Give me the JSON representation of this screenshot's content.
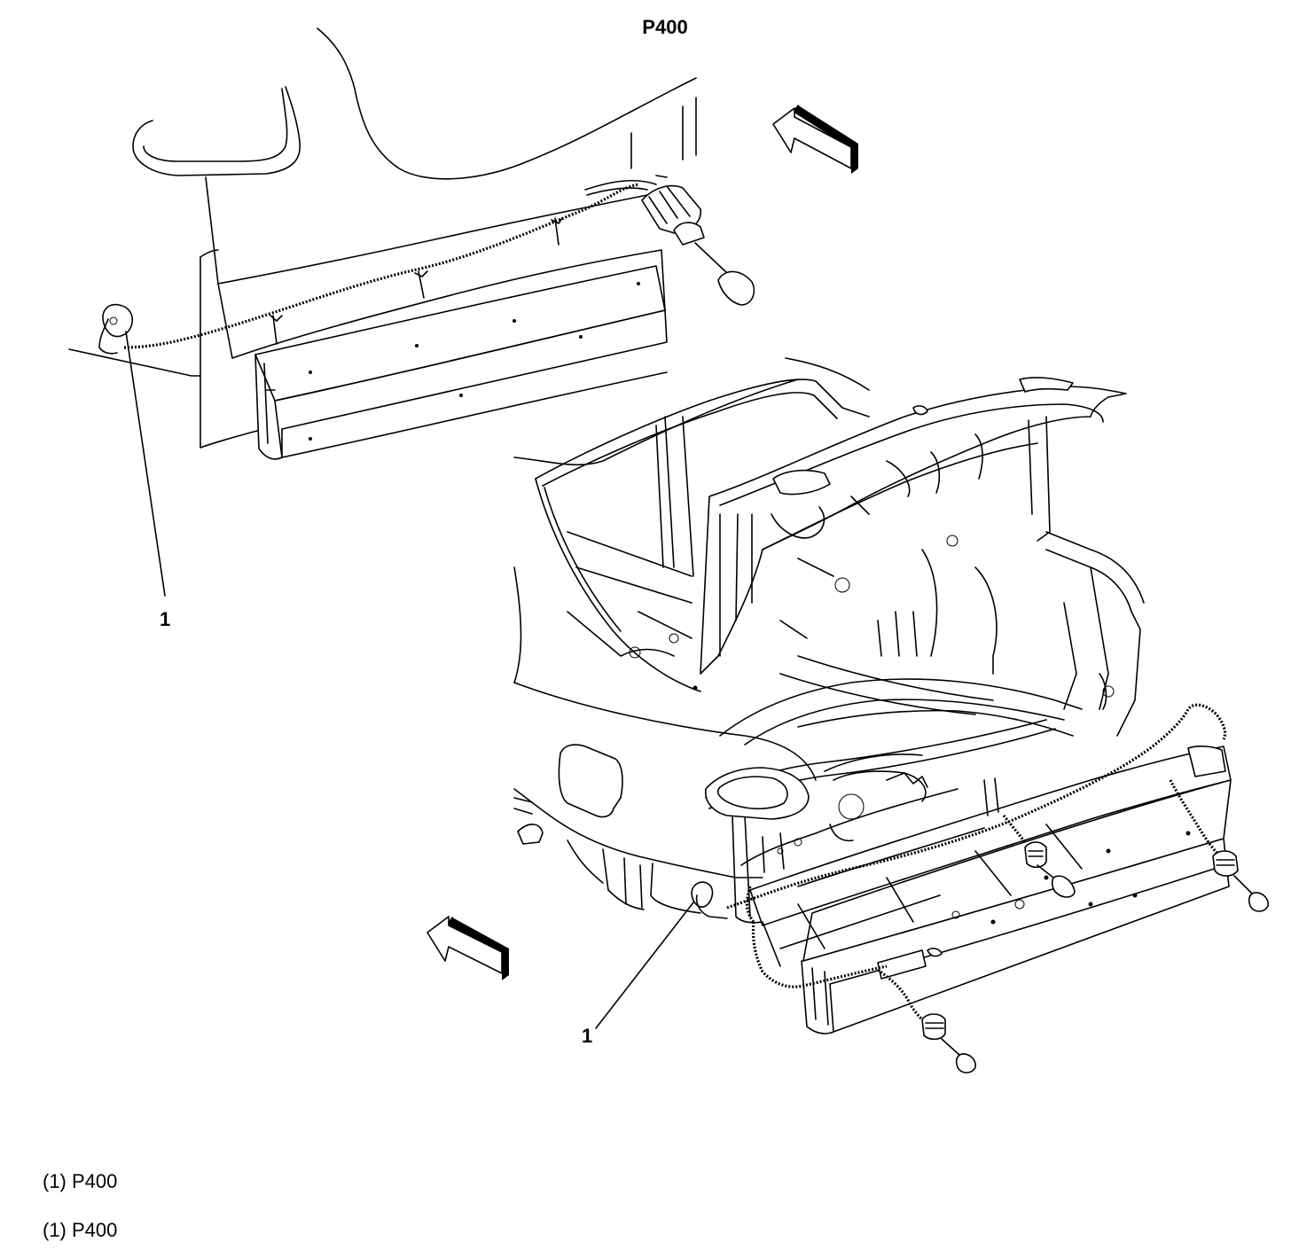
{
  "diagram": {
    "title": "P400",
    "callouts": {
      "upper": "1",
      "lower": "1"
    },
    "legend": [
      "(1) P400",
      "(1) P400"
    ],
    "icons": [
      "view-direction-arrow-icon",
      "view-direction-arrow-icon"
    ]
  }
}
